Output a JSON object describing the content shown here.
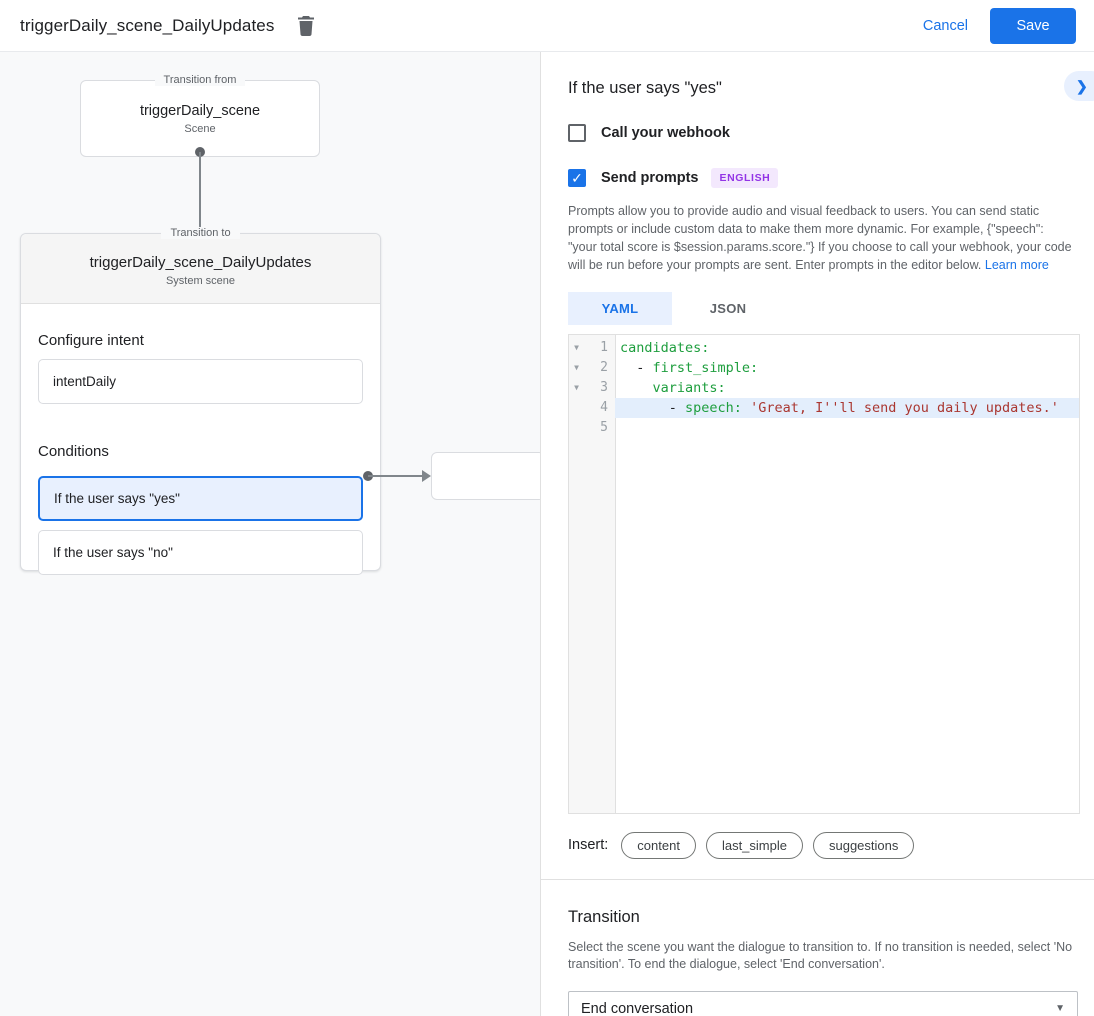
{
  "header": {
    "title": "triggerDaily_scene_DailyUpdates",
    "cancel_label": "Cancel",
    "save_label": "Save"
  },
  "diagram": {
    "from_box": {
      "legend": "Transition from",
      "name": "triggerDaily_scene",
      "type": "Scene"
    },
    "to_box": {
      "legend": "Transition to",
      "name": "triggerDaily_scene_DailyUpdates",
      "type": "System scene"
    },
    "configure_intent_label": "Configure intent",
    "intent_value": "intentDaily",
    "conditions_label": "Conditions",
    "conditions": [
      {
        "label": "If the user says \"yes\"",
        "selected": true
      },
      {
        "label": "If the user says \"no\"",
        "selected": false
      }
    ]
  },
  "panel": {
    "title": "If the user says \"yes\"",
    "webhook_checkbox": {
      "label": "Call your webhook",
      "checked": false
    },
    "prompts_checkbox": {
      "label": "Send prompts",
      "checked": true,
      "badge": "ENGLISH"
    },
    "description": "Prompts allow you to provide audio and visual feedback to users. You can send static prompts or include custom data to make them more dynamic. For example, {\"speech\": \"your total score is $session.params.score.\"} If you choose to call your webhook, your code will be run before your prompts are sent. Enter prompts in the editor below. ",
    "learn_more_label": "Learn more",
    "tabs": [
      {
        "label": "YAML",
        "active": true
      },
      {
        "label": "JSON",
        "active": false
      }
    ],
    "editor": {
      "lines": [
        {
          "num": "1",
          "fold": true,
          "highlight": false,
          "segments": [
            [
              "key",
              "candidates:"
            ]
          ]
        },
        {
          "num": "2",
          "fold": true,
          "highlight": false,
          "segments": [
            [
              "plain",
              "  - "
            ],
            [
              "key",
              "first_simple:"
            ]
          ]
        },
        {
          "num": "3",
          "fold": true,
          "highlight": false,
          "segments": [
            [
              "plain",
              "    "
            ],
            [
              "key",
              "variants:"
            ]
          ]
        },
        {
          "num": "4",
          "fold": false,
          "highlight": true,
          "segments": [
            [
              "plain",
              "      - "
            ],
            [
              "key",
              "speech:"
            ],
            [
              "plain",
              " "
            ],
            [
              "str",
              "'Great, I''ll send you daily updates.'"
            ]
          ]
        },
        {
          "num": "5",
          "fold": false,
          "highlight": false,
          "segments": []
        }
      ]
    },
    "insert_label": "Insert:",
    "insert_chips": [
      "content",
      "last_simple",
      "suggestions"
    ],
    "transition": {
      "title": "Transition",
      "description": "Select the scene you want the dialogue to transition to. If no transition is needed, select 'No transition'. To end the dialogue, select 'End conversation'.",
      "selected_value": "End conversation"
    }
  },
  "colors": {
    "accent_blue": "#1a73e8",
    "light_blue": "#e8f0fe",
    "badge_purple": "#9334e6",
    "code_key_green": "#1e9e3e",
    "code_string_red": "#aa3731"
  }
}
